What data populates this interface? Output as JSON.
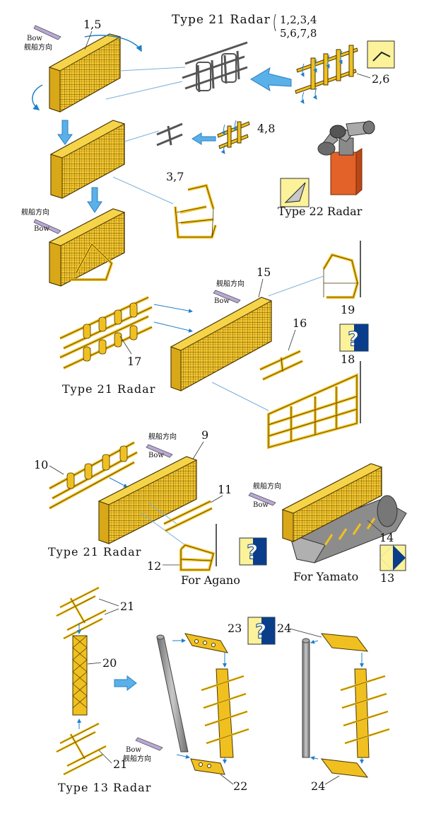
{
  "title_top": "Type 21 Radar",
  "parts_top_a": "1,2,3,4",
  "parts_top_b": "5,6,7,8",
  "lbl_1_5": "1,5",
  "lbl_2_6": "2,6",
  "lbl_4_8": "4,8",
  "lbl_3_7": "3,7",
  "title_type22": "Type 22 Radar",
  "bow": "Bow",
  "bow_cn": "舰船方向",
  "lbl_15": "15",
  "lbl_16": "16",
  "lbl_17": "17",
  "lbl_18": "18",
  "lbl_19": "19",
  "title_mid": "Type 21 Radar",
  "lbl_9": "9",
  "lbl_10": "10",
  "lbl_11": "11",
  "lbl_12": "12",
  "lbl_13": "13",
  "lbl_14": "14",
  "title_low": "Type 21 Radar",
  "for_agano": "For Agano",
  "for_yamato": "For Yamato",
  "lbl_20": "20",
  "lbl_21a": "21",
  "lbl_21b": "21",
  "lbl_22": "22",
  "lbl_23": "23",
  "lbl_24a": "24",
  "lbl_24b": "24",
  "title_type13": "Type 13 Radar",
  "colors": {
    "brass": "#f0c020",
    "outline": "#5a4000",
    "blue": "#1f7fc8",
    "gray": "#8a8a8a",
    "orange": "#e2622a",
    "yellowbox": "#fbf29a",
    "navy": "#0a3e8a"
  }
}
